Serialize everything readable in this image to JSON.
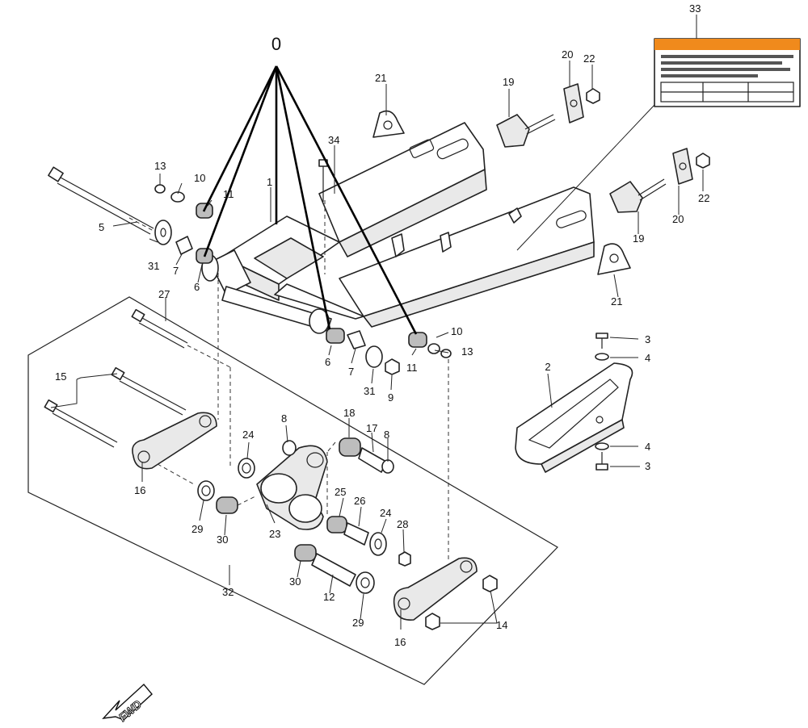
{
  "group_label": "0",
  "fwd_label": "FWD",
  "labels": [
    {
      "id": "l1",
      "text": "1"
    },
    {
      "id": "l2",
      "text": "2"
    },
    {
      "id": "l3a",
      "text": "3"
    },
    {
      "id": "l3b",
      "text": "3"
    },
    {
      "id": "l4a",
      "text": "4"
    },
    {
      "id": "l4b",
      "text": "4"
    },
    {
      "id": "l5",
      "text": "5"
    },
    {
      "id": "l6a",
      "text": "6"
    },
    {
      "id": "l6b",
      "text": "6"
    },
    {
      "id": "l7a",
      "text": "7"
    },
    {
      "id": "l7b",
      "text": "7"
    },
    {
      "id": "l8a",
      "text": "8"
    },
    {
      "id": "l8b",
      "text": "8"
    },
    {
      "id": "l9",
      "text": "9"
    },
    {
      "id": "l10a",
      "text": "10"
    },
    {
      "id": "l10b",
      "text": "10"
    },
    {
      "id": "l11a",
      "text": "11"
    },
    {
      "id": "l11b",
      "text": "11"
    },
    {
      "id": "l12",
      "text": "12"
    },
    {
      "id": "l13a",
      "text": "13"
    },
    {
      "id": "l13b",
      "text": "13"
    },
    {
      "id": "l14",
      "text": "14"
    },
    {
      "id": "l15",
      "text": "15"
    },
    {
      "id": "l16a",
      "text": "16"
    },
    {
      "id": "l16b",
      "text": "16"
    },
    {
      "id": "l17",
      "text": "17"
    },
    {
      "id": "l18",
      "text": "18"
    },
    {
      "id": "l19a",
      "text": "19"
    },
    {
      "id": "l19b",
      "text": "19"
    },
    {
      "id": "l20a",
      "text": "20"
    },
    {
      "id": "l20b",
      "text": "20"
    },
    {
      "id": "l21a",
      "text": "21"
    },
    {
      "id": "l21b",
      "text": "21"
    },
    {
      "id": "l22a",
      "text": "22"
    },
    {
      "id": "l22b",
      "text": "22"
    },
    {
      "id": "l23",
      "text": "23"
    },
    {
      "id": "l24a",
      "text": "24"
    },
    {
      "id": "l24b",
      "text": "24"
    },
    {
      "id": "l25",
      "text": "25"
    },
    {
      "id": "l26",
      "text": "26"
    },
    {
      "id": "l27",
      "text": "27"
    },
    {
      "id": "l28",
      "text": "28"
    },
    {
      "id": "l29a",
      "text": "29"
    },
    {
      "id": "l29b",
      "text": "29"
    },
    {
      "id": "l30a",
      "text": "30"
    },
    {
      "id": "l30b",
      "text": "30"
    },
    {
      "id": "l31a",
      "text": "31"
    },
    {
      "id": "l31b",
      "text": "31"
    },
    {
      "id": "l32",
      "text": "32"
    },
    {
      "id": "l33",
      "text": "33"
    },
    {
      "id": "l34",
      "text": "34"
    }
  ],
  "colors": {
    "decal_header": "#f08a1c",
    "line": "#222222",
    "fill_light": "#e9e9e9"
  }
}
